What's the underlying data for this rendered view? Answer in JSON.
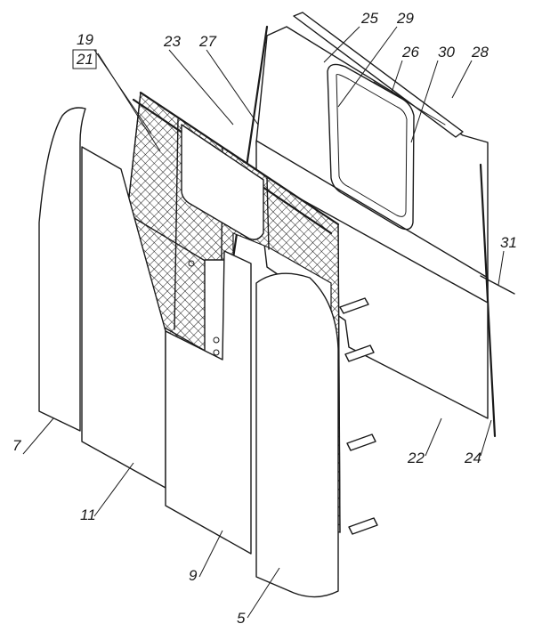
{
  "labels": {
    "l19": "19",
    "l21": "21",
    "l23": "23",
    "l27": "27",
    "l25": "25",
    "l29": "29",
    "l26": "26",
    "l30": "30",
    "l28": "28",
    "l31": "31",
    "l22": "22",
    "l24": "24",
    "l7": "7",
    "l11": "11",
    "l9": "9",
    "l5": "5"
  },
  "colors": {
    "ink": "#1a1a1a",
    "paper": "#ffffff"
  }
}
